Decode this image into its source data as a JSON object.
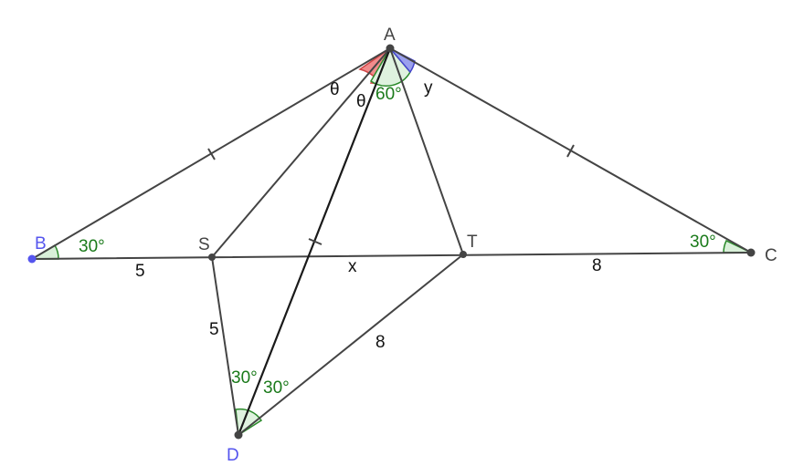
{
  "points": {
    "A": "A",
    "B": "B",
    "C": "C",
    "S": "S",
    "T": "T",
    "D": "D"
  },
  "angles": {
    "B": "30°",
    "C": "30°",
    "A_middle": "60°",
    "A_theta_left": "θ",
    "A_theta_right": "θ",
    "A_y": "y",
    "D_left": "30°",
    "D_right": "30°"
  },
  "lengths": {
    "BS": "5",
    "ST": "x",
    "TC": "8",
    "SD": "5",
    "TD": "8"
  },
  "colors": {
    "segment": "#444444",
    "blue_point": "#5555ee",
    "green_angle": "#1a7a1a",
    "red_angle": "#e05555",
    "blue_angle": "#6666dd"
  }
}
